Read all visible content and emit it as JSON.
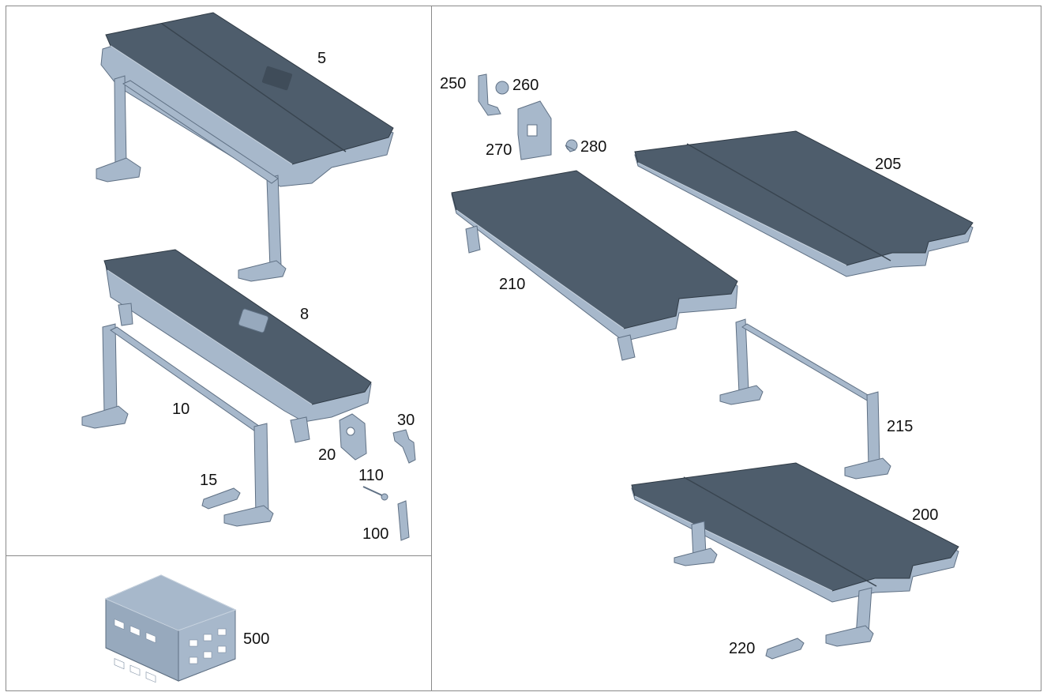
{
  "callouts": {
    "p5": "5",
    "p8": "8",
    "p10": "10",
    "p15": "15",
    "p20": "20",
    "p30": "30",
    "p100": "100",
    "p110": "110",
    "p500": "500",
    "p200": "200",
    "p205": "205",
    "p210": "210",
    "p215": "215",
    "p220": "220",
    "p250": "250",
    "p260": "260",
    "p270": "270",
    "p280": "280"
  },
  "colors": {
    "panel_border": "#8a8a8a",
    "part_top": "#4e5d6c",
    "part_metal": "#a7b8cb",
    "text": "#111111"
  }
}
